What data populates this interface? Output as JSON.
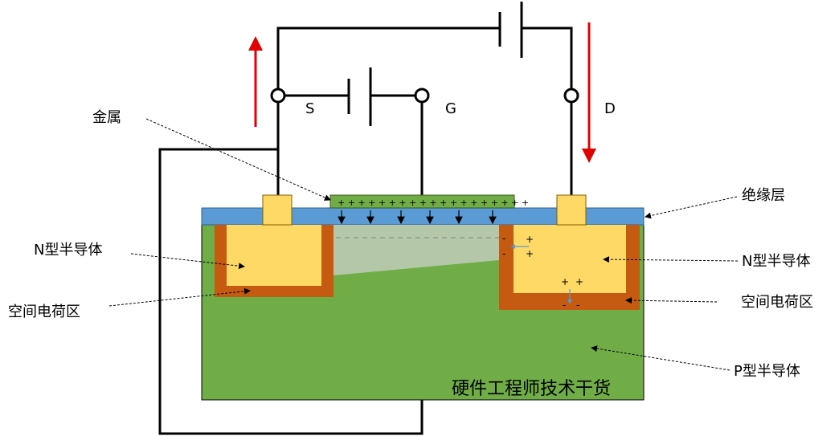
{
  "terminals": {
    "source": "S",
    "gate": "G",
    "drain": "D"
  },
  "labels": {
    "metal": "金属",
    "insulator": "绝缘层",
    "n_left": "N型半导体",
    "n_right": "N型半导体",
    "depletion_left": "空间电荷区",
    "depletion_right": "空间电荷区",
    "p_type": "P型半导体"
  },
  "watermark": "硬件工程师技术干货",
  "gate_charges": "+ + + + + + + + + + + + + + + + + + +",
  "charges": {
    "plus": "+",
    "minus": "-"
  },
  "colors": {
    "substrate": "#70AD47",
    "insulator": "#5B9BD5",
    "n_region": "#FFD966",
    "depletion": "#C55A11",
    "gate_metal": "#70AD47",
    "arrow": "#E00000",
    "channel": "#B4C7A8"
  }
}
